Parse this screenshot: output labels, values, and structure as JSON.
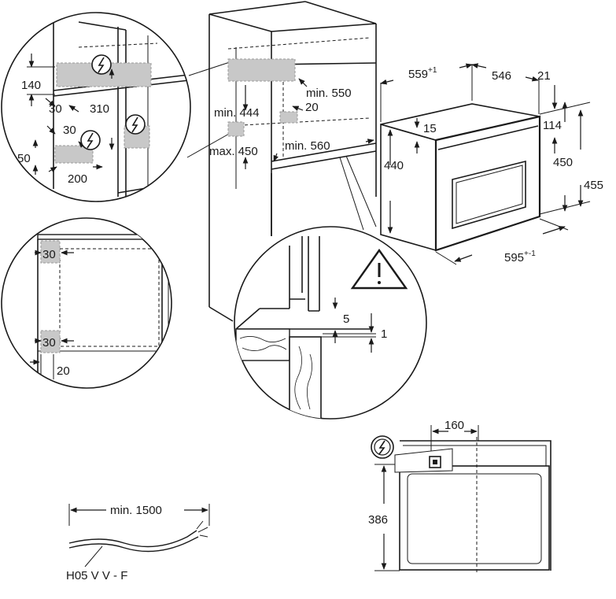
{
  "detail_top_left": {
    "d_140": "140",
    "d_30a": "30",
    "d_310": "310",
    "d_30b": "30",
    "d_50": "50",
    "d_200": "200",
    "icon_a": "electrical-connection-icon",
    "icon_b": "electrical-connection-icon",
    "icon_c": "electrical-connection-icon"
  },
  "cabinet": {
    "min_444": "min. 444",
    "max_450": "max. 450",
    "min_550": "min. 550",
    "d_20": "20",
    "min_560": "min. 560"
  },
  "oven": {
    "d_559": "559",
    "d_559_tol": "+1",
    "d_546": "546",
    "d_21": "21",
    "d_15": "15",
    "d_114": "114",
    "d_440": "440",
    "d_450": "450",
    "d_455": "455",
    "d_595": "595",
    "d_595_tol": "+-1"
  },
  "detail_side": {
    "d_30_top": "30",
    "d_30_bottom": "30",
    "d_20": "20"
  },
  "detail_mount": {
    "d_5": "5",
    "d_1": "1",
    "warning_icon": "warning-triangle-icon"
  },
  "cable": {
    "length": "min. 1500",
    "type": "H05 V V - F"
  },
  "front_view": {
    "d_160": "160",
    "d_386": "386",
    "icon": "electrical-connection-icon"
  }
}
